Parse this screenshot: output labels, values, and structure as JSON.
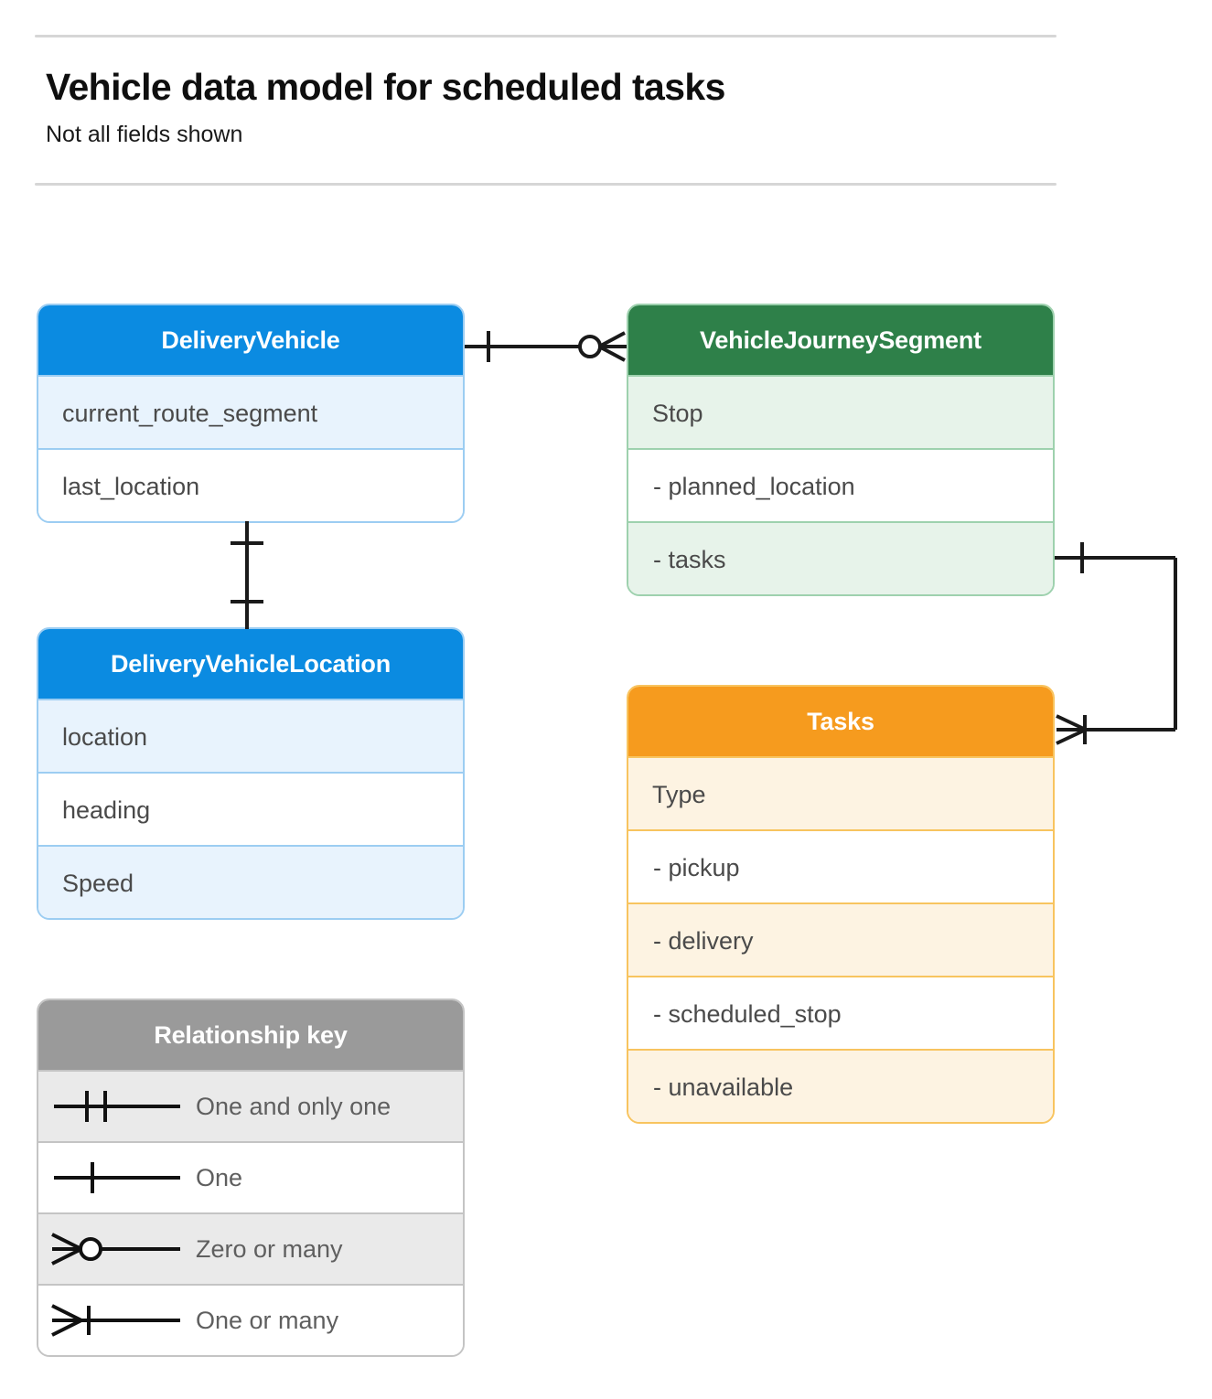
{
  "header": {
    "title": "Vehicle data model for scheduled tasks",
    "subtitle": "Not all fields shown"
  },
  "colors": {
    "blue_header": "#0b8be1",
    "blue_row_tint": "#e8f3fd",
    "blue_border": "#9ccdf2",
    "green_header": "#2e8049",
    "green_row_tint": "#e7f3ea",
    "green_border": "#9ed1ae",
    "orange_header": "#f69b1e",
    "orange_row_tint": "#fdf3e2",
    "orange_border": "#f8c45f",
    "gray_header": "#9a9a9a",
    "gray_row_tint": "#eaeaea",
    "gray_border": "#c4c4c4",
    "connector_line": "#1a1a1a",
    "divider": "#d6d6d6"
  },
  "entities": [
    {
      "id": "delivery-vehicle",
      "name": "DeliveryVehicle",
      "rows": [
        "current_route_segment",
        "last_location"
      ]
    },
    {
      "id": "delivery-vehicle-location",
      "name": "DeliveryVehicleLocation",
      "rows": [
        "location",
        "heading",
        "Speed"
      ]
    },
    {
      "id": "vehicle-journey-segment",
      "name": "VehicleJourneySegment",
      "rows": [
        "Stop",
        "-  planned_location",
        "- tasks"
      ]
    },
    {
      "id": "tasks",
      "name": "Tasks",
      "rows": [
        "Type",
        "-  pickup",
        "-  delivery",
        "-  scheduled_stop",
        "-  unavailable"
      ]
    }
  ],
  "legend": {
    "title": "Relationship key",
    "items": [
      {
        "symbol": "one-and-only-one",
        "label": "One and only one"
      },
      {
        "symbol": "one",
        "label": "One"
      },
      {
        "symbol": "zero-or-many",
        "label": "Zero or many"
      },
      {
        "symbol": "one-or-many",
        "label": "One or many"
      }
    ]
  },
  "relationships": [
    {
      "id": "delivery-vehicle-to-journey-segment",
      "from": "DeliveryVehicle",
      "to": "VehicleJourneySegment",
      "from_cardinality": "One",
      "to_cardinality": "Zero or many"
    },
    {
      "id": "delivery-vehicle-to-location",
      "from": "DeliveryVehicle",
      "to": "DeliveryVehicleLocation",
      "from_cardinality": "One",
      "to_cardinality": "One"
    },
    {
      "id": "journey-segment-tasks-to-tasks",
      "from": "VehicleJourneySegment",
      "to": "Tasks",
      "from_cardinality": "One",
      "to_cardinality": "One or many"
    }
  ]
}
